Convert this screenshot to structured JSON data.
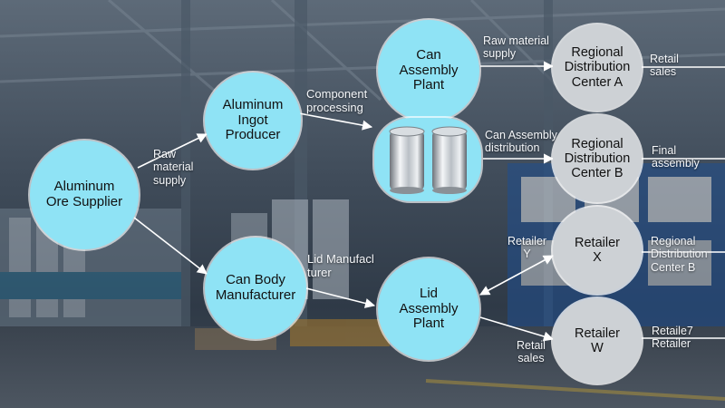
{
  "nodes": {
    "ore_supplier": "Aluminum\nOre Supplier",
    "ingot_producer": "Aluminum\nIngot\nProducer",
    "can_assembly_plant": "Can\nAssembly\nPlant",
    "can_body_manufacturer": "Can Body\nManufacturer",
    "lid_assembly_plant": "Lid\nAssembly\nPlant",
    "rdc_a": "Regional\nDistribution\nCenter A",
    "rdc_b": "Regional\nDistribution\nCenter B",
    "retailer_x": "Retailer\nX",
    "retailer_w": "Retailer\nW"
  },
  "edge_labels": {
    "raw_material_supply_1": "Raw\nmaterial\nsupply",
    "component_processing": "Component\nprocessing",
    "raw_material_supply_2": "Raw material\nsupply",
    "retail_sales_1": "Retail\nsales",
    "can_assembly_distribution": "Can Assembly\ndistribution",
    "final_assembly": "Final\nassembly",
    "lid_manufacturer": "Lid Manufacl\nturer",
    "retailer_y": "Retailer\nY",
    "regional_distribution_center_b": "Regional\nDistribution\nCenter B",
    "retail_sales_2": "Retail\nsales",
    "retailer_retailer": "Retaile7\nRetailer"
  },
  "colors": {
    "node_cyan": "#8fe3f5",
    "node_grey": "#cdd1d5",
    "arrow": "#ffffff"
  },
  "icons": [
    "aluminum-cans-icon"
  ]
}
